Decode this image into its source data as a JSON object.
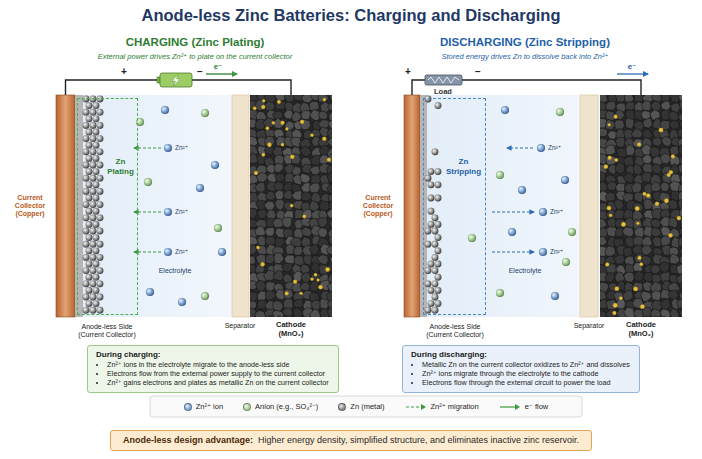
{
  "diagram": {
    "title": "Anode-less Zinc Batteries: Charging and Discharging",
    "nodes": [
      {
        "text": [
          "Current Collector (Copper)"
        ]
      },
      {
        "text": [
          "Zn Plating"
        ]
      },
      {
        "text": [
          "Cathode (MnO₂)"
        ]
      },
      {
        "text": [
          "Current Collector (Copper)"
        ]
      },
      {
        "text": [
          "Zn Stripping"
        ]
      },
      {
        "text": [
          "Cathode (MnO₂)"
        ]
      },
      {
        "text": [
          "During charging:",
          "Zn²⁺ ions in the electrolyte migrate to the anode-less side",
          "Electrons flow from the external power supply to the current collector",
          "Zn²⁺ gains electrons and plates as metallic Zn on the current collector"
        ]
      },
      {
        "text": [
          "During discharging:",
          "Metallic Zn on the current collector oxidizes to Zn²⁺ and dissolves",
          "Zn²⁺ ions migrate through the electrolyte to the cathode",
          "Electrons flow through the external circuit to power the load"
        ]
      },
      {
        "text": [
          "Anode-less design advantage:",
          "Higher energy density, simplified structure, and eliminates inactive zinc reservoir."
        ]
      }
    ],
    "edges": [
      {
        "from": 0,
        "to": 2,
        "arrow": "none"
      },
      {
        "from": 3,
        "to": 5,
        "arrow": "none"
      }
    ],
    "labels": [
      "CHARGING (Zinc Plating)",
      "External power drives Zn²⁺ to plate on the current collector",
      "+",
      "−",
      "e⁻",
      "Zn²⁺",
      "Zn²⁺",
      "Zn²⁺",
      "Electrolyte",
      "Anode-less Side (Current Collector)",
      "Separator",
      "DISCHARGING (Zinc Stripping)",
      "Stored energy drives Zn to dissolve back into Zn²⁺",
      "+",
      "Load",
      "−",
      "e⁻",
      "Zn²⁺",
      "Zn²⁺",
      "Zn²⁺",
      "Electrolyte",
      "Anode-less Side (Current Collector)",
      "Separator"
    ],
    "legend": [
      {
        "text": "Zn²⁺ ion",
        "color": "#7ea6d8"
      },
      {
        "text": "Anion (e.g., SO₄²⁻)",
        "color": "#a8cf96"
      },
      {
        "text": "Zn (metal)",
        "color": "#8c8c8c"
      },
      {
        "text": "Zn²⁺ migration"
      },
      {
        "text": "e⁻ flow"
      }
    ]
  }
}
